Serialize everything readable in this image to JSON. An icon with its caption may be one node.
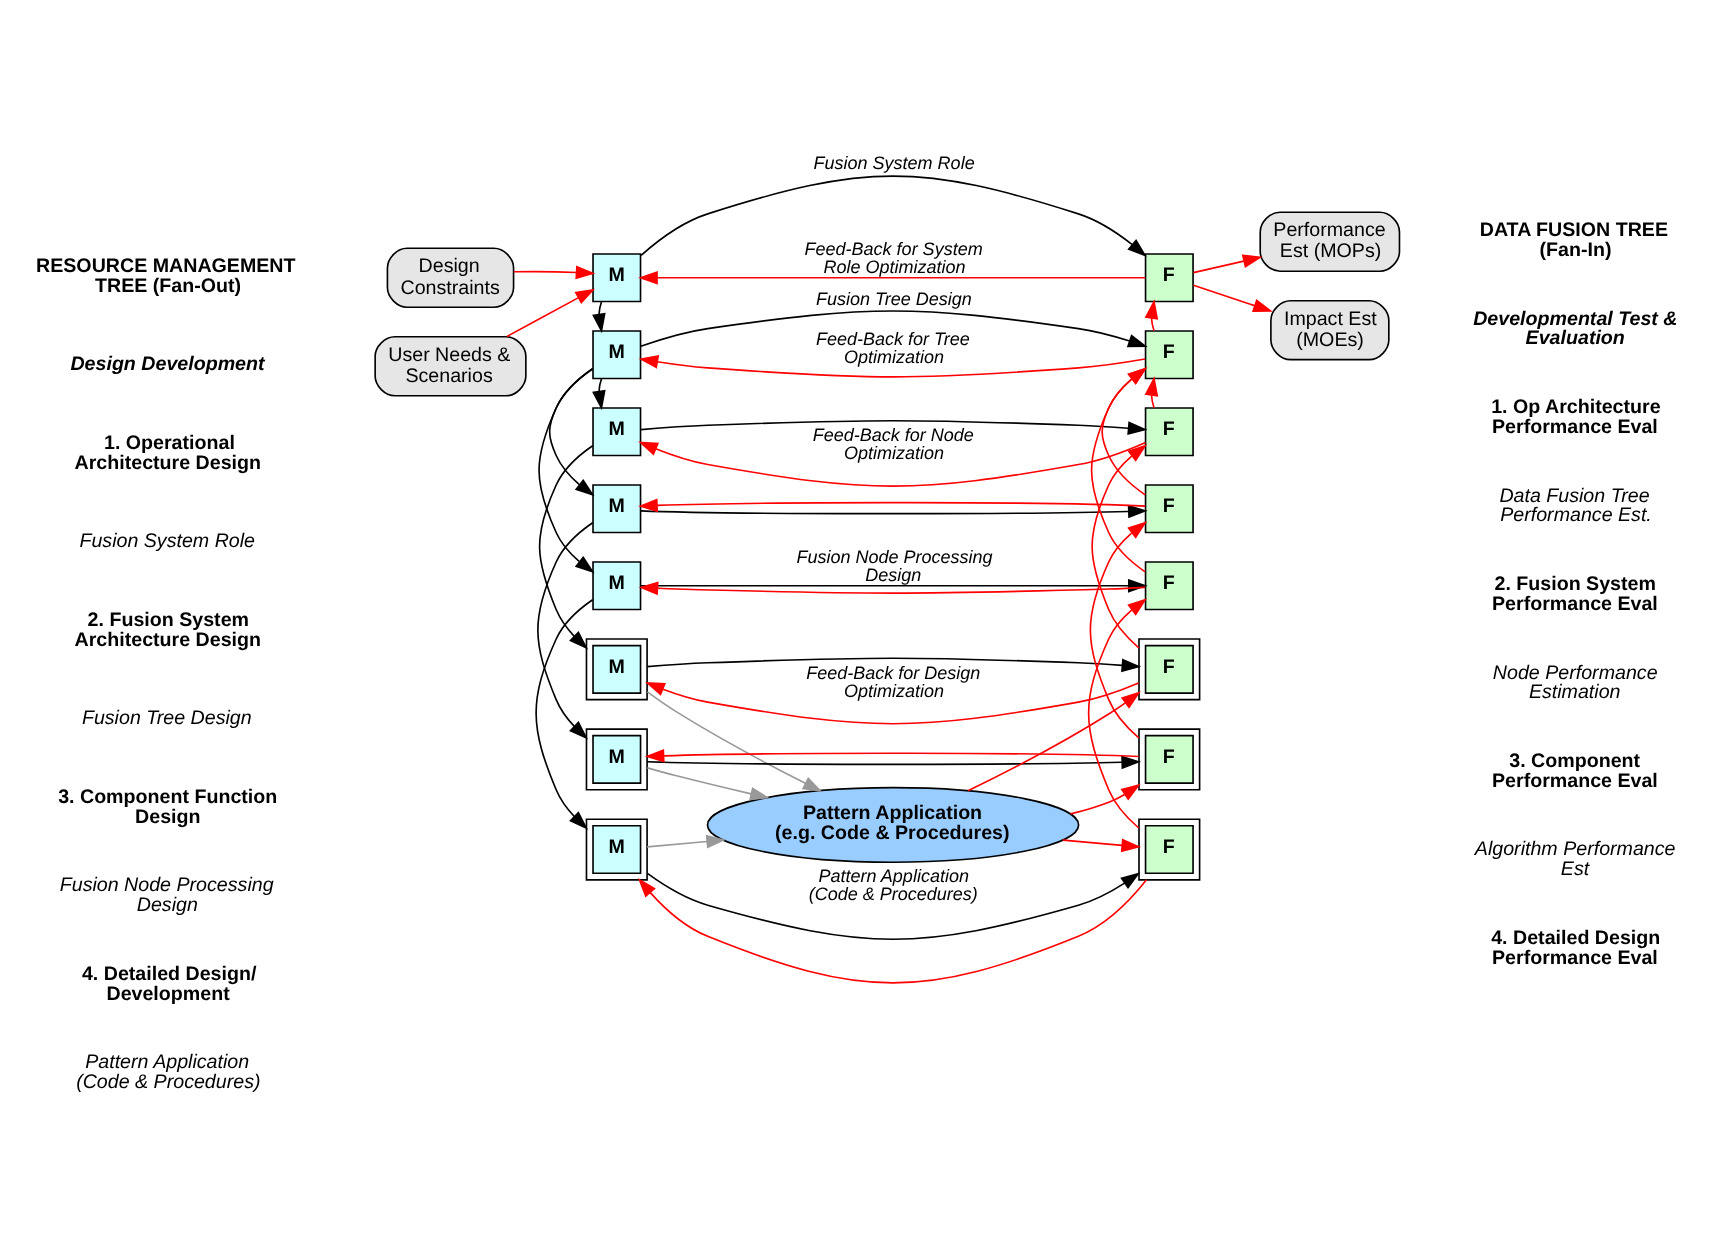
{
  "diagram": {
    "nodes": [
      {
        "text": [
          "Design Constraints"
        ]
      },
      {
        "text": [
          "User Needs & Scenarios"
        ]
      },
      {
        "text": [
          "Performance Est (MOPs)"
        ]
      },
      {
        "text": [
          "Impact Est (MOEs)"
        ]
      },
      {
        "text": [
          "M"
        ]
      },
      {
        "text": [
          "F"
        ]
      },
      {
        "text": [
          "M"
        ]
      },
      {
        "text": [
          "F"
        ]
      },
      {
        "text": [
          "M"
        ]
      },
      {
        "text": [
          "M"
        ]
      },
      {
        "text": [
          "M"
        ]
      },
      {
        "text": [
          "F"
        ]
      },
      {
        "text": [
          "F"
        ]
      },
      {
        "text": [
          "F"
        ]
      },
      {
        "text": [
          "M"
        ]
      },
      {
        "text": [
          "M"
        ]
      },
      {
        "text": [
          "M"
        ]
      },
      {
        "text": [
          "F"
        ]
      },
      {
        "text": [
          "F"
        ]
      },
      {
        "text": [
          "F"
        ]
      },
      {
        "text": [
          "Pattern Application (e.g. Code & Procedures)"
        ]
      }
    ],
    "edges": [
      {
        "from": 0,
        "to": 4,
        "arrow": "to",
        "color": "#ff0000"
      },
      {
        "from": 1,
        "to": 4,
        "arrow": "to",
        "color": "#ff0000"
      },
      {
        "from": 5,
        "to": 2,
        "arrow": "to",
        "color": "#ff0000"
      },
      {
        "from": 5,
        "to": 3,
        "arrow": "to",
        "color": "#ff0000"
      },
      {
        "from": 4,
        "to": 5,
        "arrow": "to",
        "color": "#000000",
        "label": "Fusion System Role"
      },
      {
        "from": 5,
        "to": 4,
        "arrow": "to",
        "color": "#ff0000",
        "label": "Feed-Back for System Role Optimization"
      },
      {
        "from": 4,
        "to": 6,
        "arrow": "to",
        "color": "#000000"
      },
      {
        "from": 7,
        "to": 5,
        "arrow": "to",
        "color": "#ff0000"
      },
      {
        "from": 6,
        "to": 7,
        "arrow": "to",
        "color": "#000000",
        "label": "Fusion Tree Design"
      },
      {
        "from": 7,
        "to": 6,
        "arrow": "to",
        "color": "#ff0000",
        "label": "Feed-Back for Tree Optimization"
      },
      {
        "from": 6,
        "to": 8,
        "arrow": "to",
        "color": "#000000"
      },
      {
        "from": 6,
        "to": 9,
        "arrow": "to",
        "color": "#000000"
      },
      {
        "from": 6,
        "to": 10,
        "arrow": "to",
        "color": "#000000"
      },
      {
        "from": 11,
        "to": 7,
        "arrow": "to",
        "color": "#ff0000"
      },
      {
        "from": 12,
        "to": 7,
        "arrow": "to",
        "color": "#ff0000"
      },
      {
        "from": 13,
        "to": 7,
        "arrow": "to",
        "color": "#ff0000"
      },
      {
        "from": 10,
        "to": 13,
        "arrow": "to",
        "color": "#000000",
        "label": "Fusion Node Processing Design"
      },
      {
        "from": 13,
        "to": 10,
        "arrow": "to",
        "color": "#ff0000"
      },
      {
        "from": 9,
        "to": 12,
        "arrow": "to",
        "color": "#000000"
      },
      {
        "from": 12,
        "to": 9,
        "arrow": "to",
        "color": "#ff0000"
      },
      {
        "from": 8,
        "to": 11,
        "arrow": "to",
        "color": "#000000"
      },
      {
        "from": 11,
        "to": 8,
        "arrow": "to",
        "color": "#ff0000",
        "label": "Feed-Back for Node Optimization"
      },
      {
        "from": 8,
        "to": 14,
        "arrow": "to",
        "color": "#000000"
      },
      {
        "from": 9,
        "to": 15,
        "arrow": "to",
        "color": "#000000"
      },
      {
        "from": 10,
        "to": 16,
        "arrow": "to",
        "color": "#000000"
      },
      {
        "from": 17,
        "to": 11,
        "arrow": "to",
        "color": "#ff0000"
      },
      {
        "from": 18,
        "to": 12,
        "arrow": "to",
        "color": "#ff0000"
      },
      {
        "from": 19,
        "to": 13,
        "arrow": "to",
        "color": "#ff0000"
      },
      {
        "from": 16,
        "to": 19,
        "arrow": "to",
        "color": "#000000",
        "label": "Pattern Application (Code & Procedures)"
      },
      {
        "from": 19,
        "to": 16,
        "arrow": "to",
        "color": "#ff0000"
      },
      {
        "from": 15,
        "to": 18,
        "arrow": "to",
        "color": "#000000"
      },
      {
        "from": 18,
        "to": 15,
        "arrow": "to",
        "color": "#ff0000"
      },
      {
        "from": 14,
        "to": 17,
        "arrow": "to",
        "color": "#000000"
      },
      {
        "from": 17,
        "to": 14,
        "arrow": "to",
        "color": "#ff0000",
        "label": "Feed-Back for Design Optimization"
      },
      {
        "from": 14,
        "to": 20,
        "arrow": "to",
        "color": "#999999"
      },
      {
        "from": 15,
        "to": 20,
        "arrow": "to",
        "color": "#999999"
      },
      {
        "from": 16,
        "to": 20,
        "arrow": "to",
        "color": "#999999"
      },
      {
        "from": 20,
        "to": 17,
        "arrow": "to",
        "color": "#ff0000"
      },
      {
        "from": 20,
        "to": 18,
        "arrow": "to",
        "color": "#ff0000"
      },
      {
        "from": 20,
        "to": 19,
        "arrow": "to",
        "color": "#ff0000"
      }
    ],
    "labels": [
      "RESOURCE MANAGEMENT TREE (Fan-Out)",
      "Design Development",
      "DATA FUSION TREE (Fan-In)",
      "Developmental Test & Evaluation",
      "1. Operational Architecture Design",
      "Fusion System Role",
      "2. Fusion System Architecture Design",
      "Fusion Tree Design",
      "3. Component Function Design",
      "Fusion Node Processing Design",
      "4. Detailed Design/ Development",
      "Pattern Application (Code & Procedures)",
      "1. Op Architecture Performance Eval",
      "Data Fusion Tree Performance Est.",
      "2. Fusion System Performance Eval",
      "Node Performance Estimation",
      "3. Component Performance Eval",
      "Algorithm Performance Est",
      "4. Detailed Design Performance Eval"
    ]
  }
}
